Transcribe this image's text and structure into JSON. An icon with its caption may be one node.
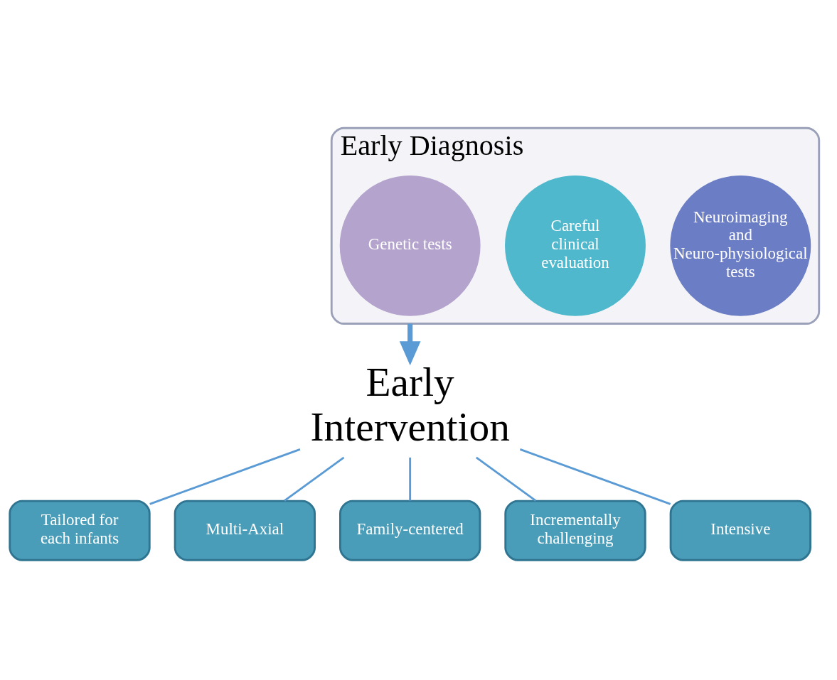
{
  "diagram": {
    "nodes": [
      {
        "text": [
          "Early Diagnosis"
        ]
      },
      {
        "text": [
          "Neuroimaging and Neuro-physiological tests"
        ],
        "in": 0
      },
      {
        "text": [
          "Careful clinical evaluation"
        ],
        "in": 0
      },
      {
        "text": [
          "Genetic tests"
        ],
        "in": 0
      },
      {
        "text": [
          "Early Intervention"
        ]
      },
      {
        "text": [
          "Tailored for each infants"
        ]
      },
      {
        "text": [
          "Multi-Axial"
        ]
      },
      {
        "text": [
          "Family-centered"
        ]
      },
      {
        "text": [
          "Incrementally challenging"
        ]
      },
      {
        "text": [
          "Intensive"
        ]
      }
    ],
    "edges": [
      {
        "from": 0,
        "to": 4,
        "arrow": "to",
        "style": "thick"
      },
      {
        "from": 4,
        "to": 5,
        "arrow": "none"
      },
      {
        "from": 4,
        "to": 6,
        "arrow": "none"
      },
      {
        "from": 4,
        "to": 7,
        "arrow": "none"
      },
      {
        "from": 4,
        "to": 8,
        "arrow": "none"
      },
      {
        "from": 4,
        "to": 9,
        "arrow": "none"
      }
    ]
  }
}
